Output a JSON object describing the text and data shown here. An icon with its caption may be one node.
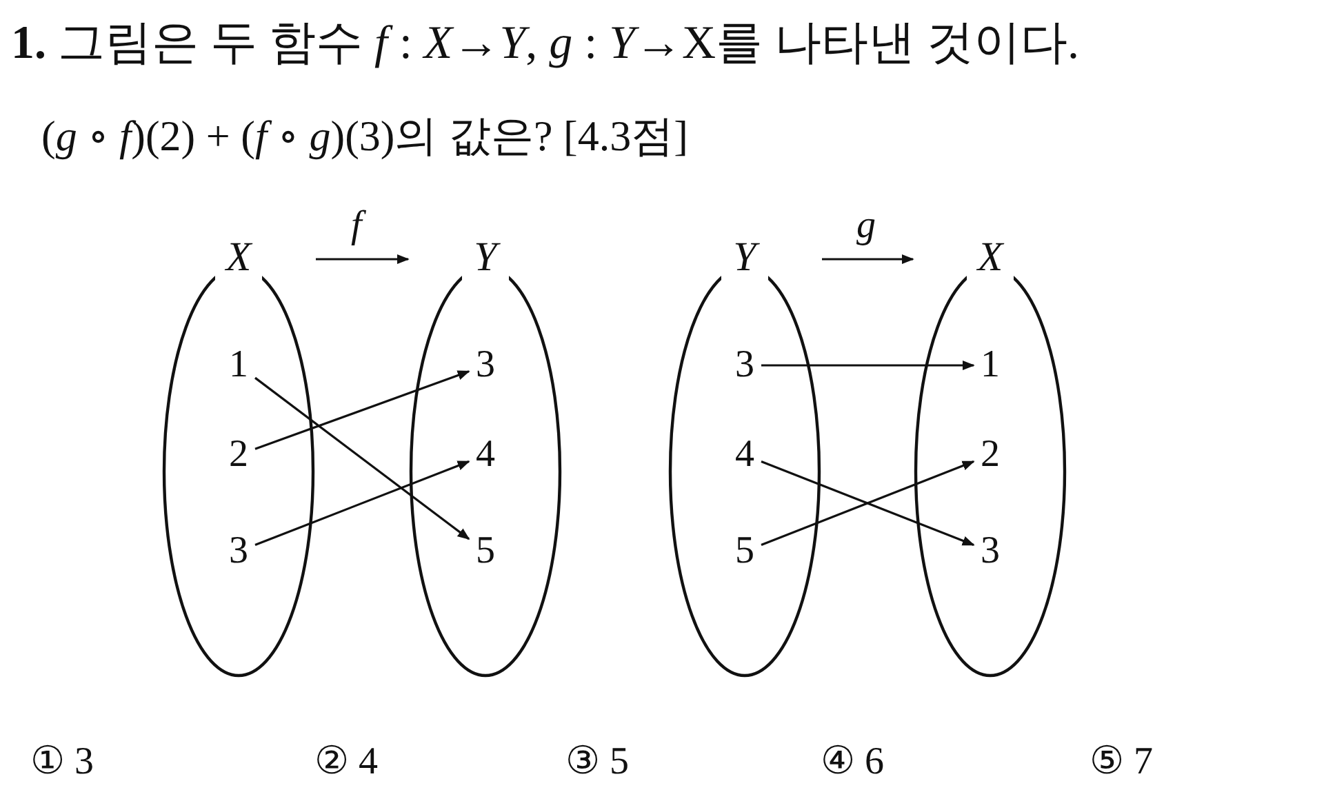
{
  "diagram": {
    "title": "**1.** 그림은 두 함수 *f* : *X*→*Y*, *g* : *Y*→X를 나타낸 것이다.",
    "nodes": [
      {
        "text": [
          "X"
        ]
      },
      {
        "text": [
          "1"
        ],
        "in": 0
      },
      {
        "text": [
          "2"
        ],
        "in": 0
      },
      {
        "text": [
          "3"
        ],
        "in": 0
      },
      {
        "text": [
          "Y"
        ]
      },
      {
        "text": [
          "3"
        ],
        "in": 4
      },
      {
        "text": [
          "4"
        ],
        "in": 4
      },
      {
        "text": [
          "5"
        ],
        "in": 4
      },
      {
        "text": [
          "Y"
        ]
      },
      {
        "text": [
          "3"
        ],
        "in": 8
      },
      {
        "text": [
          "4"
        ],
        "in": 8
      },
      {
        "text": [
          "5"
        ],
        "in": 8
      },
      {
        "text": [
          "X"
        ]
      },
      {
        "text": [
          "1"
        ],
        "in": 12
      },
      {
        "text": [
          "2"
        ],
        "in": 12
      },
      {
        "text": [
          "3"
        ],
        "in": 12
      }
    ],
    "edges": [
      {
        "from": 0,
        "to": 4,
        "arrow": "to",
        "label": "f"
      },
      {
        "from": 1,
        "to": 7,
        "arrow": "to"
      },
      {
        "from": 2,
        "to": 5,
        "arrow": "to"
      },
      {
        "from": 3,
        "to": 6,
        "arrow": "to"
      },
      {
        "from": 8,
        "to": 12,
        "arrow": "to",
        "label": "g"
      },
      {
        "from": 9,
        "to": 13,
        "arrow": "to"
      },
      {
        "from": 10,
        "to": 15,
        "arrow": "to"
      },
      {
        "from": 11,
        "to": 14,
        "arrow": "to"
      }
    ],
    "labels": [
      "(*g* ∘ *f*)(2) + (*f* ∘ *g*)(3)의 값은? [4.3점]",
      "① 3",
      "② 4",
      "③ 5",
      "④ 6",
      "⑤ 7"
    ]
  }
}
